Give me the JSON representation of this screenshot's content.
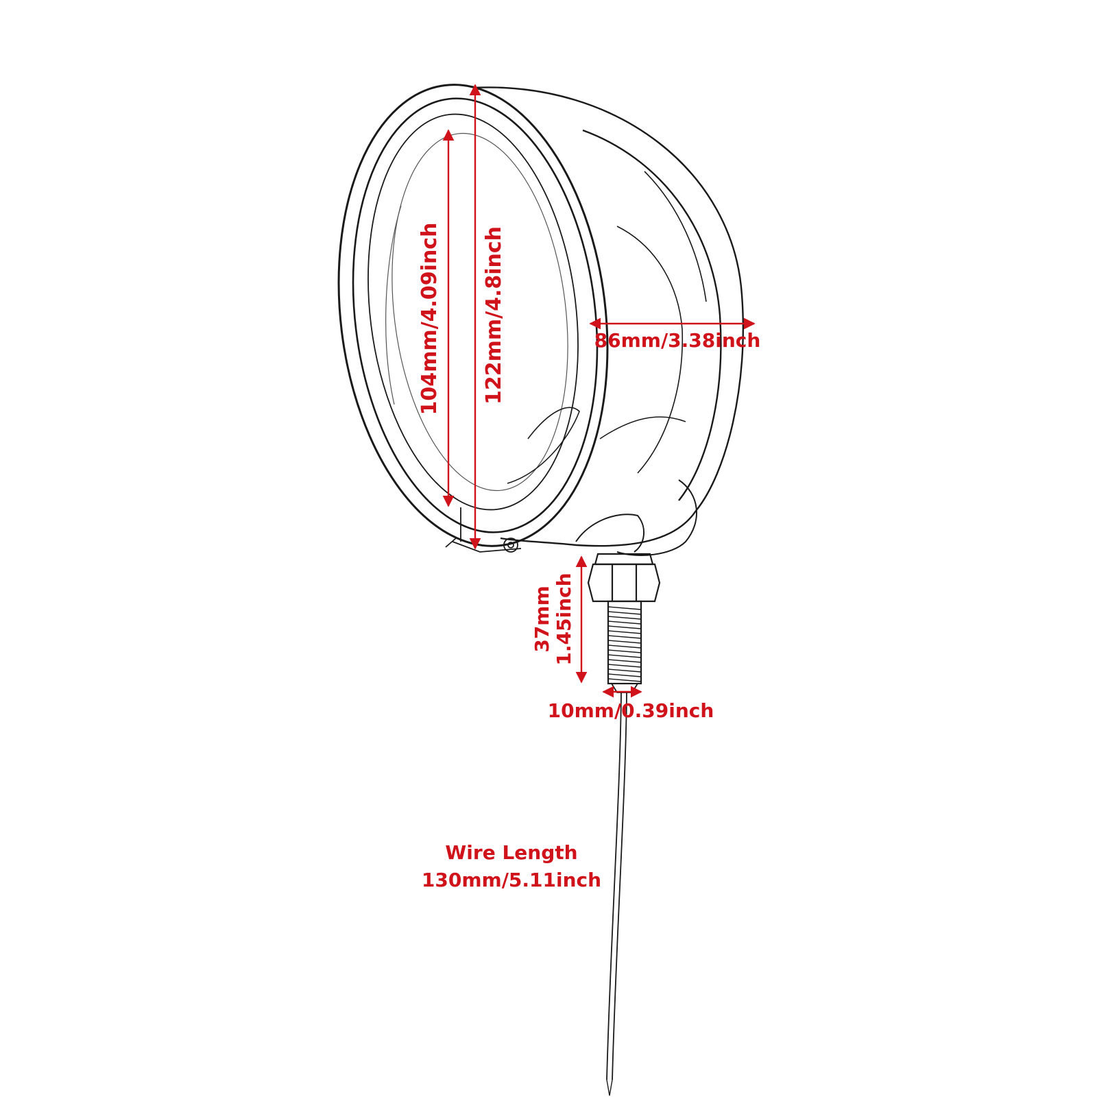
{
  "colors": {
    "dimension": "#d0121b",
    "line_art": "#1a1a1a",
    "background": "#ffffff"
  },
  "dimensions": {
    "inner_lens_diameter": "104mm/4.09inch",
    "outer_ring_diameter": "122mm/4.8inch",
    "housing_depth": "86mm/3.38inch",
    "stud_length_mm": "37mm",
    "stud_length_inch": "1.45inch",
    "stud_diameter": "10mm/0.39inch",
    "wire_label": "Wire Length",
    "wire_length": "130mm/5.11inch"
  }
}
